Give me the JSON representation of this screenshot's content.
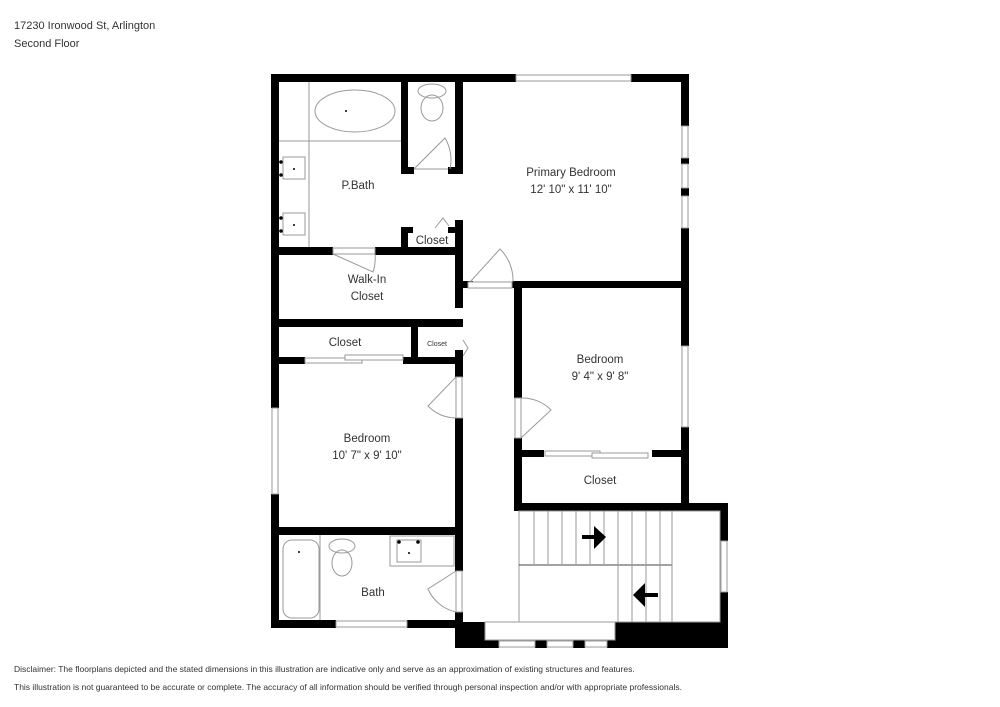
{
  "header": {
    "address": "17230 Ironwood St, Arlington",
    "floor": "Second Floor"
  },
  "rooms": [
    {
      "id": "primary-bedroom",
      "name": "Primary Bedroom",
      "dims": "12' 10\" x 11' 10\""
    },
    {
      "id": "primary-bath",
      "name": "P.Bath"
    },
    {
      "id": "primary-closet",
      "name": "Closet"
    },
    {
      "id": "walk-in-closet",
      "name": "Walk-In",
      "name2": "Closet"
    },
    {
      "id": "hall-closet-left",
      "name": "Closet"
    },
    {
      "id": "hall-closet-small",
      "name": "Closet"
    },
    {
      "id": "bedroom-right",
      "name": "Bedroom",
      "dims": "9' 4\" x 9' 8\""
    },
    {
      "id": "bedroom-right-closet",
      "name": "Closet"
    },
    {
      "id": "bedroom-left",
      "name": "Bedroom",
      "dims": "10' 7\" x 9' 10\""
    },
    {
      "id": "bath",
      "name": "Bath"
    }
  ],
  "stairs": {
    "up_arrow": "arrow-right",
    "down_arrow": "arrow-left"
  },
  "colors": {
    "wall": "#000000",
    "fixture": "#9a9a9a",
    "background": "#ffffff"
  },
  "disclaimer": {
    "line1": "Disclaimer: The floorplans depicted and the stated dimensions in this illustration are indicative only and serve as an approximation of existing structures and features.",
    "line2": "This illustration is not guaranteed to be accurate or complete. The accuracy of all information should be verified through personal inspection and/or with appropriate professionals."
  }
}
